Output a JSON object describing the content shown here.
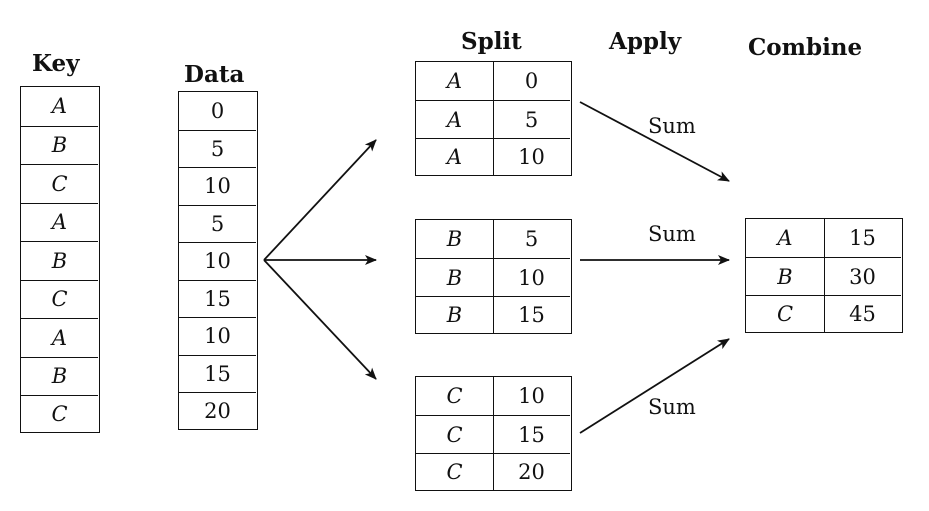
{
  "headers": {
    "key": "Key",
    "data": "Data",
    "split": "Split",
    "apply": "Apply",
    "combine": "Combine"
  },
  "key_column": [
    "A",
    "B",
    "C",
    "A",
    "B",
    "C",
    "A",
    "B",
    "C"
  ],
  "data_column": [
    "0",
    "5",
    "10",
    "5",
    "10",
    "15",
    "10",
    "15",
    "20"
  ],
  "split_groups": [
    {
      "rows": [
        {
          "key": "A",
          "value": "0"
        },
        {
          "key": "A",
          "value": "5"
        },
        {
          "key": "A",
          "value": "10"
        }
      ]
    },
    {
      "rows": [
        {
          "key": "B",
          "value": "5"
        },
        {
          "key": "B",
          "value": "10"
        },
        {
          "key": "B",
          "value": "15"
        }
      ]
    },
    {
      "rows": [
        {
          "key": "C",
          "value": "10"
        },
        {
          "key": "C",
          "value": "15"
        },
        {
          "key": "C",
          "value": "20"
        }
      ]
    }
  ],
  "apply_labels": [
    "Sum",
    "Sum",
    "Sum"
  ],
  "combine_rows": [
    {
      "key": "A",
      "value": "15"
    },
    {
      "key": "B",
      "value": "30"
    },
    {
      "key": "C",
      "value": "45"
    }
  ]
}
